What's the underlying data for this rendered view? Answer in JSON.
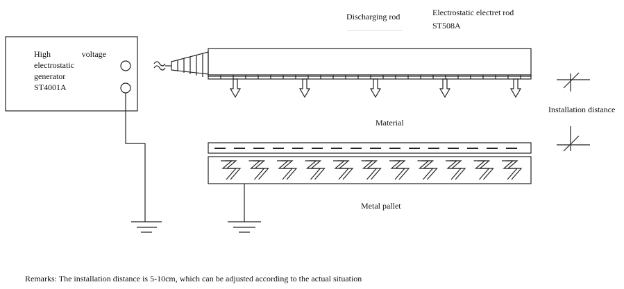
{
  "generator": {
    "line1_left": "High",
    "line1_right": "voltage",
    "line2": "electrostatic",
    "line3": "generator",
    "model": "ST4001A"
  },
  "labels": {
    "discharging_rod": "Discharging rod",
    "electret_rod": "Electrostatic electret rod",
    "electret_model": "ST508A",
    "installation_distance": "Installation distance",
    "material": "Material",
    "metal_pallet": "Metal pallet"
  },
  "remark": "Remarks: The installation distance is 5-10cm, which can be adjusted according to the actual situation",
  "colors": {
    "line": "#222222",
    "text": "#111111",
    "background": "#ffffff"
  }
}
